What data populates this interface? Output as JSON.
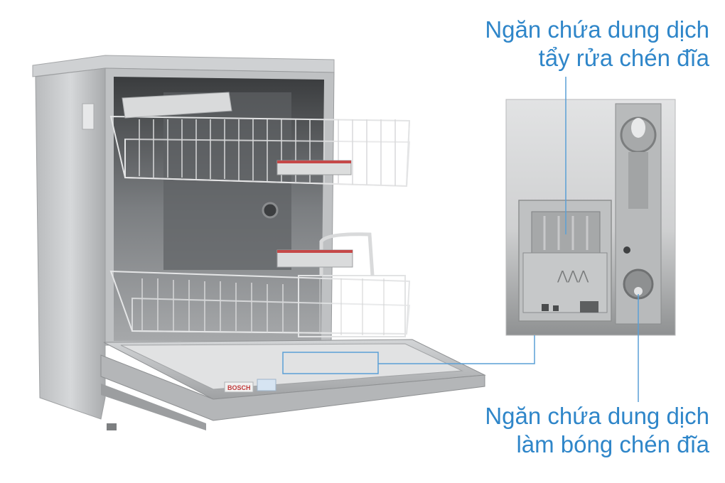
{
  "callouts": {
    "detergent": {
      "line1": "Ngăn chứa dung dịch",
      "line2": "tẩy rửa chén đĩa"
    },
    "rinse_aid": {
      "line1": "Ngăn chứa dung dịch",
      "line2": "làm bóng chén đĩa"
    }
  },
  "appliance": {
    "brand_badge": "BOSCH"
  },
  "colors": {
    "callout_text": "#2f86c9",
    "callout_line": "#5a9fd6",
    "steel": "#c9cbcd"
  }
}
